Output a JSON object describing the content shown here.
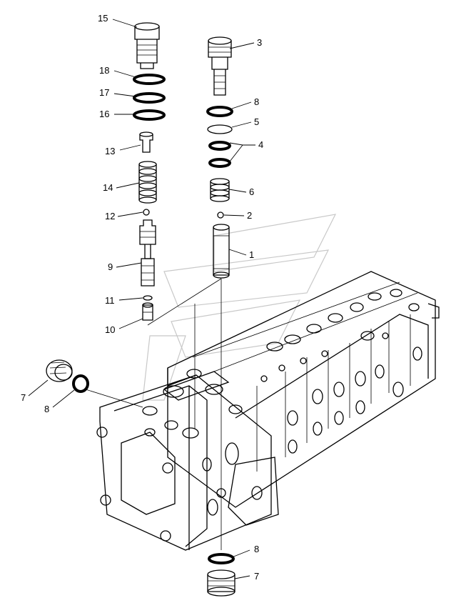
{
  "callouts": [
    {
      "id": "c15",
      "text": "15"
    },
    {
      "id": "c18",
      "text": "18"
    },
    {
      "id": "c17",
      "text": "17"
    },
    {
      "id": "c16",
      "text": "16"
    },
    {
      "id": "c13",
      "text": "13"
    },
    {
      "id": "c14",
      "text": "14"
    },
    {
      "id": "c12",
      "text": "12"
    },
    {
      "id": "c9",
      "text": "9"
    },
    {
      "id": "c11",
      "text": "11"
    },
    {
      "id": "c10",
      "text": "10"
    },
    {
      "id": "c3",
      "text": "3"
    },
    {
      "id": "c8a",
      "text": "8"
    },
    {
      "id": "c5",
      "text": "5"
    },
    {
      "id": "c4",
      "text": "4"
    },
    {
      "id": "c6",
      "text": "6"
    },
    {
      "id": "c2",
      "text": "2"
    },
    {
      "id": "c1",
      "text": "1"
    },
    {
      "id": "c7a",
      "text": "7"
    },
    {
      "id": "c8b",
      "text": "8"
    },
    {
      "id": "c8c",
      "text": "8"
    },
    {
      "id": "c7b",
      "text": "7"
    }
  ]
}
